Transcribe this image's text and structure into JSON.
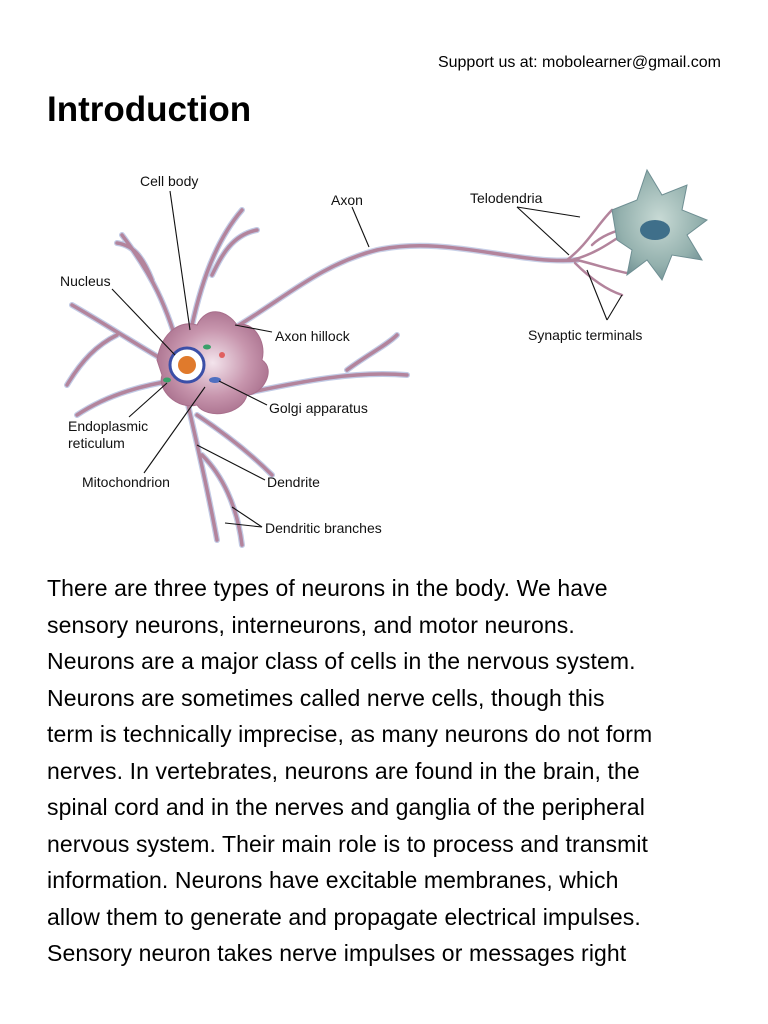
{
  "header": {
    "support_text": "Support us at: mobolearner@gmail.com"
  },
  "page": {
    "title": "Introduction"
  },
  "figure": {
    "labels": {
      "cell_body": "Cell body",
      "axon": "Axon",
      "telodendria": "Telodendria",
      "nucleus": "Nucleus",
      "axon_hillock": "Axon hillock",
      "synaptic_terminals": "Synaptic terminals",
      "golgi_apparatus": "Golgi apparatus",
      "endoplasmic_line1": "Endoplasmic",
      "endoplasmic_line2": "reticulum",
      "mitochondrion": "Mitochondrion",
      "dendrite": "Dendrite",
      "dendritic_branches": "Dendritic branches"
    },
    "colors": {
      "membrane": "#b3849c",
      "membrane_light": "#d9b6c6",
      "dendrite_edge": "#8f9fd0",
      "nucleus": "#e07a2c",
      "nucleus_ring": "#3b4fa8",
      "target_cell": "#9fb9b8",
      "target_nucleus": "#3f6f8a"
    }
  },
  "body": {
    "lines": [
      "There are three types of neurons in the body. We have",
      "sensory neurons, interneurons, and motor neurons.",
      "Neurons are a major class of cells in the nervous system.",
      "Neurons are sometimes called nerve cells, though this",
      "term is technically imprecise, as many neurons do not form",
      "nerves. In vertebrates, neurons are found in the brain, the",
      "spinal cord and in the nerves and ganglia of the peripheral",
      "nervous system. Their main role is to process and transmit",
      "information. Neurons have excitable membranes, which",
      "allow them to generate and propagate electrical impulses.",
      "Sensory neuron takes nerve impulses or messages right"
    ]
  }
}
